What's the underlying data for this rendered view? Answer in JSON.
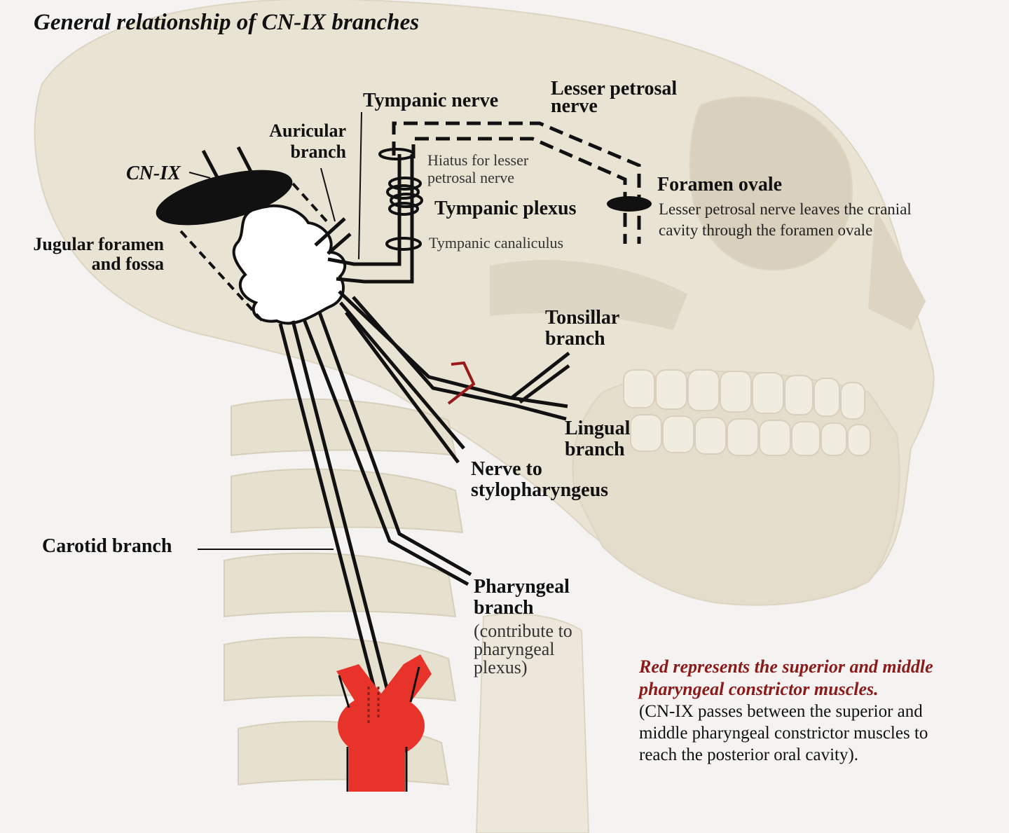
{
  "title": "General relationship of CN-IX branches",
  "labels": {
    "cn_ix": "CN-IX",
    "jugular_1": "Jugular foramen",
    "jugular_2": "and fossa",
    "auricular_1": "Auricular",
    "auricular_2": "branch",
    "tympanic_nerve": "Tympanic nerve",
    "lesser_petrosal_1": "Lesser petrosal",
    "lesser_petrosal_2": "nerve",
    "hiatus_1": "Hiatus for lesser",
    "hiatus_2": "petrosal nerve",
    "tympanic_plexus": "Tympanic plexus",
    "tympanic_canaliculus": "Tympanic canaliculus",
    "foramen_ovale": "Foramen ovale",
    "foramen_note_1": "Lesser petrosal nerve  leaves the cranial",
    "foramen_note_2": "cavity through the foramen ovale",
    "tonsillar_1": "Tonsillar",
    "tonsillar_2": "branch",
    "lingual_1": "Lingual",
    "lingual_2": "branch",
    "stylo_1": "Nerve to",
    "stylo_2": "stylopharyngeus",
    "carotid": "Carotid branch",
    "pharyngeal_1": "Pharyngeal",
    "pharyngeal_2": "branch",
    "pharyngeal_3": "(contribute to",
    "pharyngeal_4": "pharyngeal",
    "pharyngeal_5": "plexus)"
  },
  "note": {
    "red_1": "Red represents the superior and middle",
    "red_2": "pharyngeal  constrictor muscles.",
    "black_1": "(CN-IX passes between the superior and",
    "black_2": "middle pharyngeal constrictor muscles to",
    "black_3": "reach the posterior oral cavity)."
  },
  "colors": {
    "nerve": "#111111",
    "muscle_red": "#e8332a",
    "note_red": "#8b1a1a",
    "bone": "#e8e2d2"
  }
}
